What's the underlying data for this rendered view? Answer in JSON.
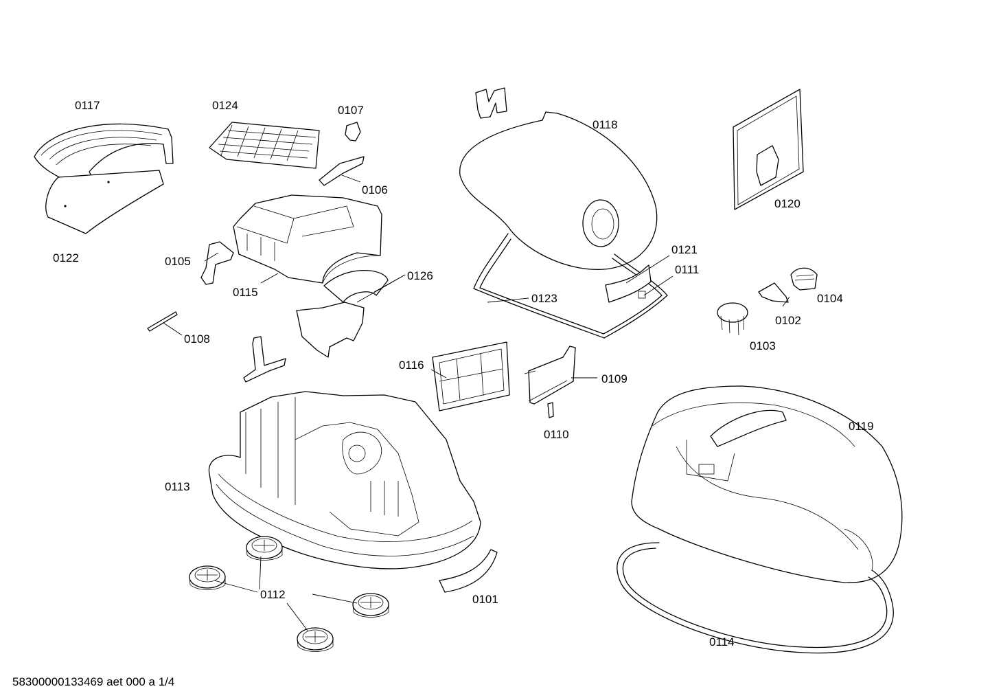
{
  "labels": {
    "p0101": "0101",
    "p0102": "0102",
    "p0103": "0103",
    "p0104": "0104",
    "p0105": "0105",
    "p0106": "0106",
    "p0107": "0107",
    "p0108": "0108",
    "p0109": "0109",
    "p0110": "0110",
    "p0111": "0111",
    "p0112": "0112",
    "p0113": "0113",
    "p0114": "0114",
    "p0115": "0115",
    "p0116": "0116",
    "p0117": "0117",
    "p0118": "0118",
    "p0119": "0119",
    "p0120": "0120",
    "p0121": "0121",
    "p0122": "0122",
    "p0123": "0123",
    "p0124": "0124",
    "p0126": "0126"
  },
  "footer": "58300000133469 aet 000 a 1/4"
}
